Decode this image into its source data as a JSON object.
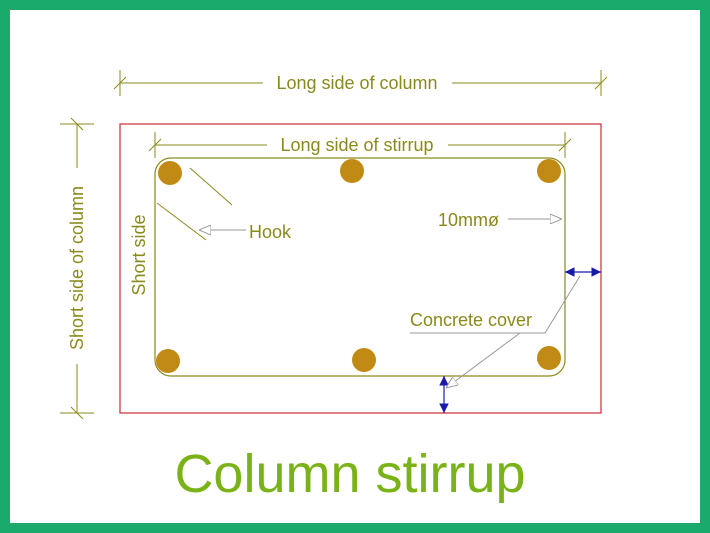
{
  "diagram": {
    "title": "Column stirrup",
    "labels": {
      "long_side_column": "Long side of column",
      "long_side_stirrup": "Long side of stirrup",
      "short_side_column": "Short side of column",
      "short_side": "Short side",
      "hook": "Hook",
      "bar_dia": "10mmø",
      "concrete_cover": "Concrete cover"
    },
    "bars_count": 6
  },
  "colors": {
    "frame": "#1aaa6b",
    "column_outline": "#cc2a36",
    "stirrup": "#8a8a1c",
    "bar": "#c18a14",
    "dimension": "#8a8a1c",
    "cover_arrow": "#1a1aa8",
    "title": "#7ab317"
  }
}
